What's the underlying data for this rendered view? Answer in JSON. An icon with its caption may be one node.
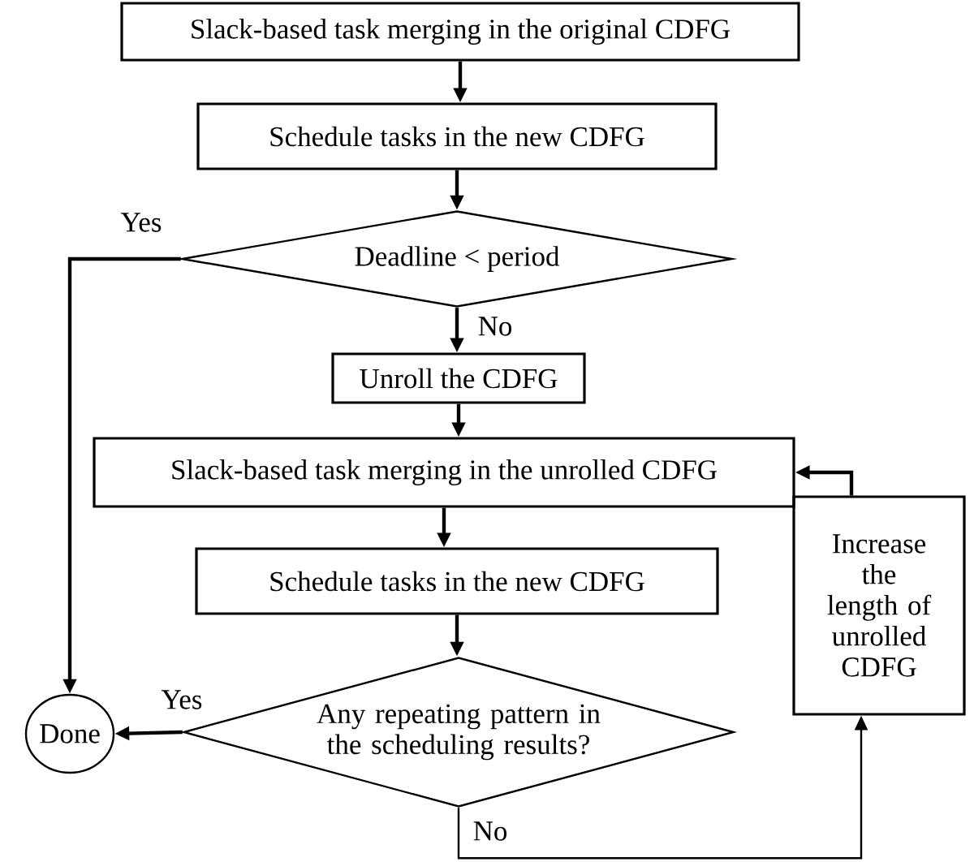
{
  "diagram": {
    "nodes": [
      {
        "text": [
          "Slack-based task merging in the original CDFG"
        ]
      },
      {
        "text": [
          "Schedule tasks in the new CDFG"
        ]
      },
      {
        "text": [
          "Deadline < period"
        ]
      },
      {
        "text": [
          "Unroll the CDFG"
        ]
      },
      {
        "text": [
          "Slack-based task merging in the unrolled CDFG"
        ]
      },
      {
        "text": [
          "Schedule tasks in the new CDFG"
        ]
      },
      {
        "text": [
          "Any repeating pattern in the scheduling results?"
        ]
      },
      {
        "text": [
          "Done"
        ]
      },
      {
        "text": [
          "Increase the length of unrolled CDFG"
        ]
      }
    ],
    "edges": [
      {
        "from": 0,
        "to": 1,
        "arrow": "to"
      },
      {
        "from": 1,
        "to": 2,
        "arrow": "to"
      },
      {
        "from": 2,
        "to": 3,
        "arrow": "to",
        "label": "No"
      },
      {
        "from": 2,
        "to": 7,
        "arrow": "to",
        "label": "Yes"
      },
      {
        "from": 3,
        "to": 4,
        "arrow": "to"
      },
      {
        "from": 4,
        "to": 5,
        "arrow": "to"
      },
      {
        "from": 5,
        "to": 6,
        "arrow": "to"
      },
      {
        "from": 6,
        "to": 7,
        "arrow": "to",
        "label": "Yes"
      },
      {
        "from": 6,
        "to": 8,
        "arrow": "to",
        "label": "No"
      },
      {
        "from": 8,
        "to": 4,
        "arrow": "to"
      }
    ]
  }
}
